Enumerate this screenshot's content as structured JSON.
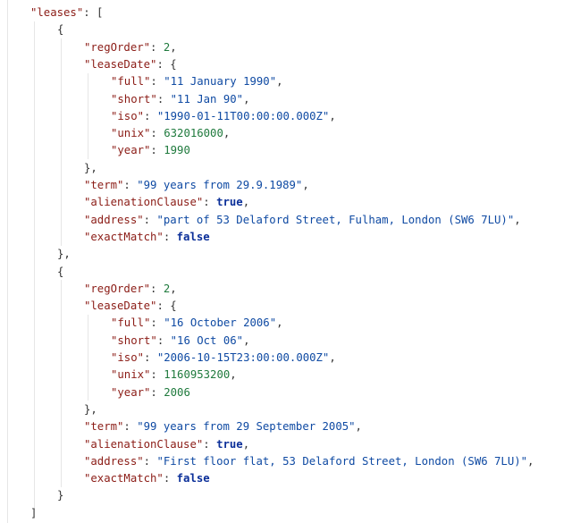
{
  "json_viewer": {
    "lines": [
      {
        "indent": 1,
        "tokens": [
          {
            "t": "\"leases\"",
            "c": "key"
          },
          {
            "t": ": [",
            "c": "pun"
          }
        ]
      },
      {
        "indent": 2,
        "tokens": [
          {
            "t": "{",
            "c": "pun"
          }
        ]
      },
      {
        "indent": 3,
        "tokens": [
          {
            "t": "\"regOrder\"",
            "c": "key"
          },
          {
            "t": ": ",
            "c": "pun"
          },
          {
            "t": "2",
            "c": "num"
          },
          {
            "t": ",",
            "c": "pun"
          }
        ]
      },
      {
        "indent": 3,
        "tokens": [
          {
            "t": "\"leaseDate\"",
            "c": "key"
          },
          {
            "t": ": {",
            "c": "pun"
          }
        ]
      },
      {
        "indent": 4,
        "tokens": [
          {
            "t": "\"full\"",
            "c": "key"
          },
          {
            "t": ": ",
            "c": "pun"
          },
          {
            "t": "\"11 January 1990\"",
            "c": "str"
          },
          {
            "t": ",",
            "c": "pun"
          }
        ]
      },
      {
        "indent": 4,
        "tokens": [
          {
            "t": "\"short\"",
            "c": "key"
          },
          {
            "t": ": ",
            "c": "pun"
          },
          {
            "t": "\"11 Jan 90\"",
            "c": "str"
          },
          {
            "t": ",",
            "c": "pun"
          }
        ]
      },
      {
        "indent": 4,
        "tokens": [
          {
            "t": "\"iso\"",
            "c": "key"
          },
          {
            "t": ": ",
            "c": "pun"
          },
          {
            "t": "\"1990-01-11T00:00:00.000Z\"",
            "c": "str"
          },
          {
            "t": ",",
            "c": "pun"
          }
        ]
      },
      {
        "indent": 4,
        "tokens": [
          {
            "t": "\"unix\"",
            "c": "key"
          },
          {
            "t": ": ",
            "c": "pun"
          },
          {
            "t": "632016000",
            "c": "num"
          },
          {
            "t": ",",
            "c": "pun"
          }
        ]
      },
      {
        "indent": 4,
        "tokens": [
          {
            "t": "\"year\"",
            "c": "key"
          },
          {
            "t": ": ",
            "c": "pun"
          },
          {
            "t": "1990",
            "c": "num"
          }
        ]
      },
      {
        "indent": 3,
        "tokens": [
          {
            "t": "},",
            "c": "pun"
          }
        ]
      },
      {
        "indent": 3,
        "tokens": [
          {
            "t": "\"term\"",
            "c": "key"
          },
          {
            "t": ": ",
            "c": "pun"
          },
          {
            "t": "\"99 years from 29.9.1989\"",
            "c": "str"
          },
          {
            "t": ",",
            "c": "pun"
          }
        ]
      },
      {
        "indent": 3,
        "tokens": [
          {
            "t": "\"alienationClause\"",
            "c": "key"
          },
          {
            "t": ": ",
            "c": "pun"
          },
          {
            "t": "true",
            "c": "lit"
          },
          {
            "t": ",",
            "c": "pun"
          }
        ]
      },
      {
        "indent": 3,
        "tokens": [
          {
            "t": "\"address\"",
            "c": "key"
          },
          {
            "t": ": ",
            "c": "pun"
          },
          {
            "t": "\"part of 53 Delaford Street, Fulham, London (SW6 7LU)\"",
            "c": "str"
          },
          {
            "t": ",",
            "c": "pun"
          }
        ]
      },
      {
        "indent": 3,
        "tokens": [
          {
            "t": "\"exactMatch\"",
            "c": "key"
          },
          {
            "t": ": ",
            "c": "pun"
          },
          {
            "t": "false",
            "c": "lit"
          }
        ]
      },
      {
        "indent": 2,
        "tokens": [
          {
            "t": "},",
            "c": "pun"
          }
        ]
      },
      {
        "indent": 2,
        "tokens": [
          {
            "t": "{",
            "c": "pun"
          }
        ]
      },
      {
        "indent": 3,
        "tokens": [
          {
            "t": "\"regOrder\"",
            "c": "key"
          },
          {
            "t": ": ",
            "c": "pun"
          },
          {
            "t": "2",
            "c": "num"
          },
          {
            "t": ",",
            "c": "pun"
          }
        ]
      },
      {
        "indent": 3,
        "tokens": [
          {
            "t": "\"leaseDate\"",
            "c": "key"
          },
          {
            "t": ": {",
            "c": "pun"
          }
        ]
      },
      {
        "indent": 4,
        "tokens": [
          {
            "t": "\"full\"",
            "c": "key"
          },
          {
            "t": ": ",
            "c": "pun"
          },
          {
            "t": "\"16 October 2006\"",
            "c": "str"
          },
          {
            "t": ",",
            "c": "pun"
          }
        ]
      },
      {
        "indent": 4,
        "tokens": [
          {
            "t": "\"short\"",
            "c": "key"
          },
          {
            "t": ": ",
            "c": "pun"
          },
          {
            "t": "\"16 Oct 06\"",
            "c": "str"
          },
          {
            "t": ",",
            "c": "pun"
          }
        ]
      },
      {
        "indent": 4,
        "tokens": [
          {
            "t": "\"iso\"",
            "c": "key"
          },
          {
            "t": ": ",
            "c": "pun"
          },
          {
            "t": "\"2006-10-15T23:00:00.000Z\"",
            "c": "str"
          },
          {
            "t": ",",
            "c": "pun"
          }
        ]
      },
      {
        "indent": 4,
        "tokens": [
          {
            "t": "\"unix\"",
            "c": "key"
          },
          {
            "t": ": ",
            "c": "pun"
          },
          {
            "t": "1160953200",
            "c": "num"
          },
          {
            "t": ",",
            "c": "pun"
          }
        ]
      },
      {
        "indent": 4,
        "tokens": [
          {
            "t": "\"year\"",
            "c": "key"
          },
          {
            "t": ": ",
            "c": "pun"
          },
          {
            "t": "2006",
            "c": "num"
          }
        ]
      },
      {
        "indent": 3,
        "tokens": [
          {
            "t": "},",
            "c": "pun"
          }
        ]
      },
      {
        "indent": 3,
        "tokens": [
          {
            "t": "\"term\"",
            "c": "key"
          },
          {
            "t": ": ",
            "c": "pun"
          },
          {
            "t": "\"99 years from 29 September 2005\"",
            "c": "str"
          },
          {
            "t": ",",
            "c": "pun"
          }
        ]
      },
      {
        "indent": 3,
        "tokens": [
          {
            "t": "\"alienationClause\"",
            "c": "key"
          },
          {
            "t": ": ",
            "c": "pun"
          },
          {
            "t": "true",
            "c": "lit"
          },
          {
            "t": ",",
            "c": "pun"
          }
        ]
      },
      {
        "indent": 3,
        "tokens": [
          {
            "t": "\"address\"",
            "c": "key"
          },
          {
            "t": ": ",
            "c": "pun"
          },
          {
            "t": "\"First floor flat, 53 Delaford Street, London (SW6 7LU)\"",
            "c": "str"
          },
          {
            "t": ",",
            "c": "pun"
          }
        ]
      },
      {
        "indent": 3,
        "tokens": [
          {
            "t": "\"exactMatch\"",
            "c": "key"
          },
          {
            "t": ": ",
            "c": "pun"
          },
          {
            "t": "false",
            "c": "lit"
          }
        ]
      },
      {
        "indent": 2,
        "tokens": [
          {
            "t": "}",
            "c": "pun"
          }
        ]
      },
      {
        "indent": 1,
        "tokens": [
          {
            "t": "]",
            "c": "pun"
          }
        ]
      }
    ]
  },
  "colors": {
    "key": "#8b1c16",
    "string": "#0f4aa3",
    "number": "#1f7a3d",
    "literal": "#0b2f99",
    "punctuation": "#333333",
    "guide": "#e6e6e6",
    "background": "#ffffff"
  }
}
